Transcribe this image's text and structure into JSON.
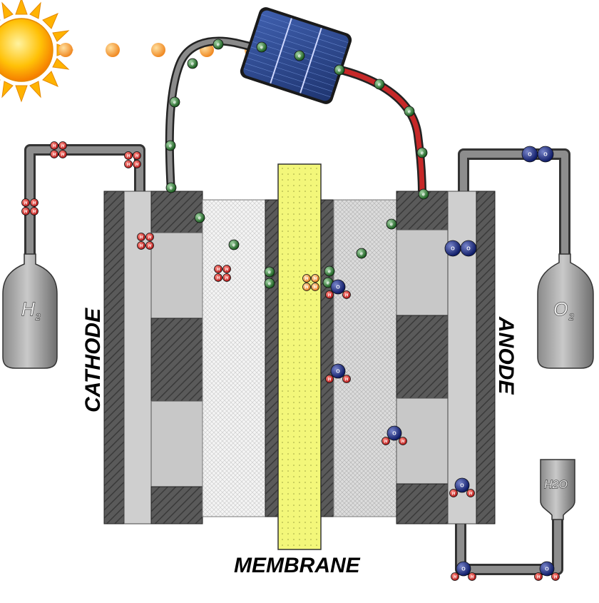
{
  "labels": {
    "cathode": "CATHODE",
    "anode": "ANODE",
    "membrane": "MEMBRANE"
  },
  "gases": {
    "hydrogen_main": "H",
    "hydrogen_sub": "2",
    "oxygen_main": "O",
    "oxygen_sub": "2",
    "water": "H2O"
  },
  "particles": {
    "electron": "e",
    "proton": "H",
    "oxygen_atom": "O"
  },
  "colors": {
    "electron": "#2e7d32",
    "proton": "#d32f2f",
    "proton_membrane": "#f08a24",
    "oxygen": "#1a2e8c",
    "membrane": "#f3f77a",
    "wire_red": "#c62828",
    "pipe": "#777777",
    "sun": "#ffb300"
  },
  "icons": [
    "sun-icon",
    "solar-panel-icon",
    "hydrogen-tank-icon",
    "oxygen-tank-icon",
    "water-tank-icon"
  ]
}
